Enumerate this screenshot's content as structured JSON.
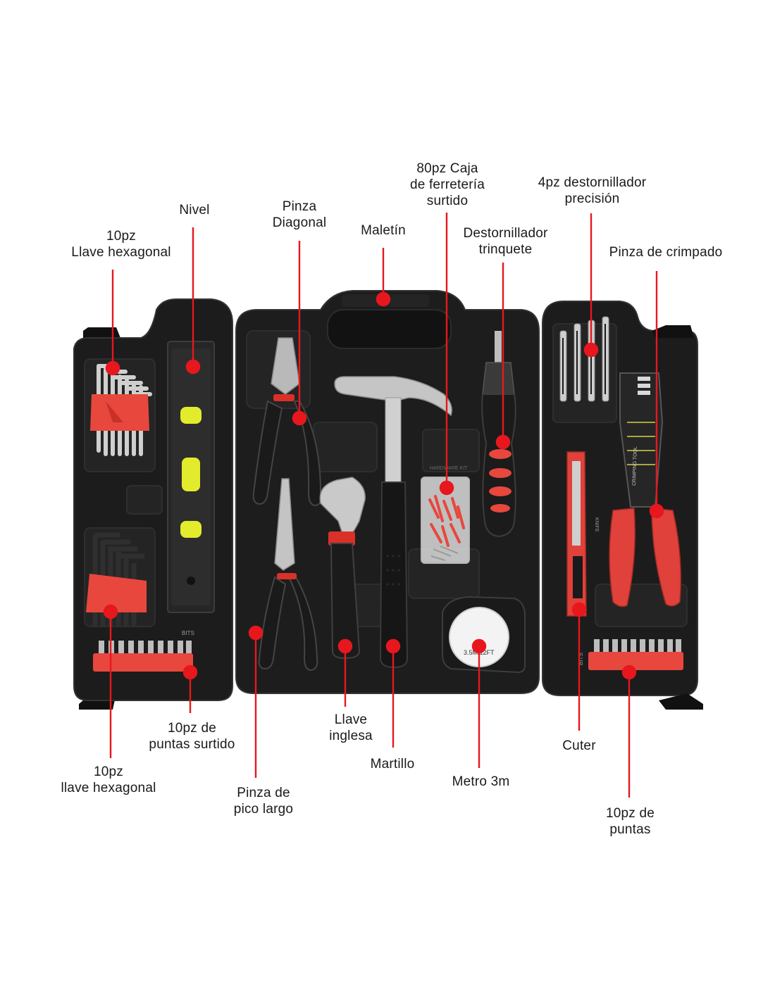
{
  "accent_color": "#e8171d",
  "case_color": "#1f1f1f",
  "labels": {
    "nivel": [
      "Nivel"
    ],
    "llave_hex_top": [
      "10pz",
      "Llave hexagonal"
    ],
    "pinza_diagonal": [
      "Pinza",
      "Diagonal"
    ],
    "maletin": [
      "Maletín"
    ],
    "caja_ferreteria": [
      "80pz Caja",
      "de ferretería",
      "surtido"
    ],
    "destornillador_trinquete": [
      "Destornillador",
      "trinquete"
    ],
    "destornillador_precision": [
      "4pz destornillador",
      "precisión"
    ],
    "pinza_crimpado": [
      "Pinza de crimpado"
    ],
    "puntas_surtido": [
      "10pz de",
      "puntas surtido"
    ],
    "llave_hex_bottom": [
      "10pz",
      "llave hexagonal"
    ],
    "pinza_pico_largo": [
      "Pinza de",
      "pico largo"
    ],
    "llave_inglesa": [
      "Llave",
      "inglesa"
    ],
    "martillo": [
      "Martillo"
    ],
    "metro": [
      "Metro 3m"
    ],
    "cuter": [
      "Cuter"
    ],
    "puntas": [
      "10pz de",
      "puntas"
    ]
  },
  "printed": {
    "bits_left": "BITS",
    "bits_right": "BITS",
    "tape_marking": "3.5M/12FT",
    "crimp_text": "CRIMPING TOOL",
    "knife_text": "KNIFE",
    "hardware_kit": "HARDWARE KIT"
  }
}
